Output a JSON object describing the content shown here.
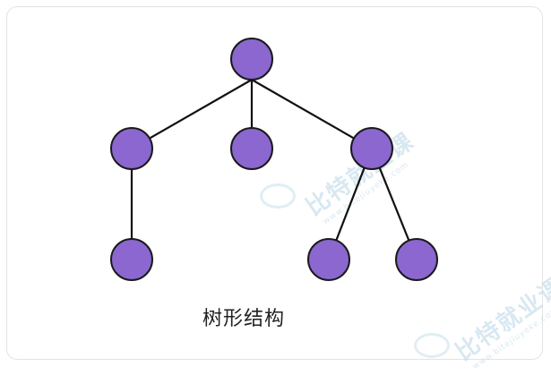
{
  "diagram": {
    "caption": "树形结构",
    "node_color": "#8b67cf",
    "node_stroke": "#1a1a1a",
    "edge_color": "#111111",
    "nodes": [
      {
        "id": "root"
      },
      {
        "id": "left"
      },
      {
        "id": "middle"
      },
      {
        "id": "right"
      },
      {
        "id": "left-child"
      },
      {
        "id": "right-child-1"
      },
      {
        "id": "right-child-2"
      }
    ],
    "edges": [
      [
        "root",
        "left"
      ],
      [
        "root",
        "middle"
      ],
      [
        "root",
        "right"
      ],
      [
        "left",
        "left-child"
      ],
      [
        "right",
        "right-child-1"
      ],
      [
        "right",
        "right-child-2"
      ]
    ]
  },
  "watermark": {
    "text": "比特就业课",
    "sub_text": "www.bitejiuyeke.com",
    "logo_icon": "bite-logo-icon"
  }
}
